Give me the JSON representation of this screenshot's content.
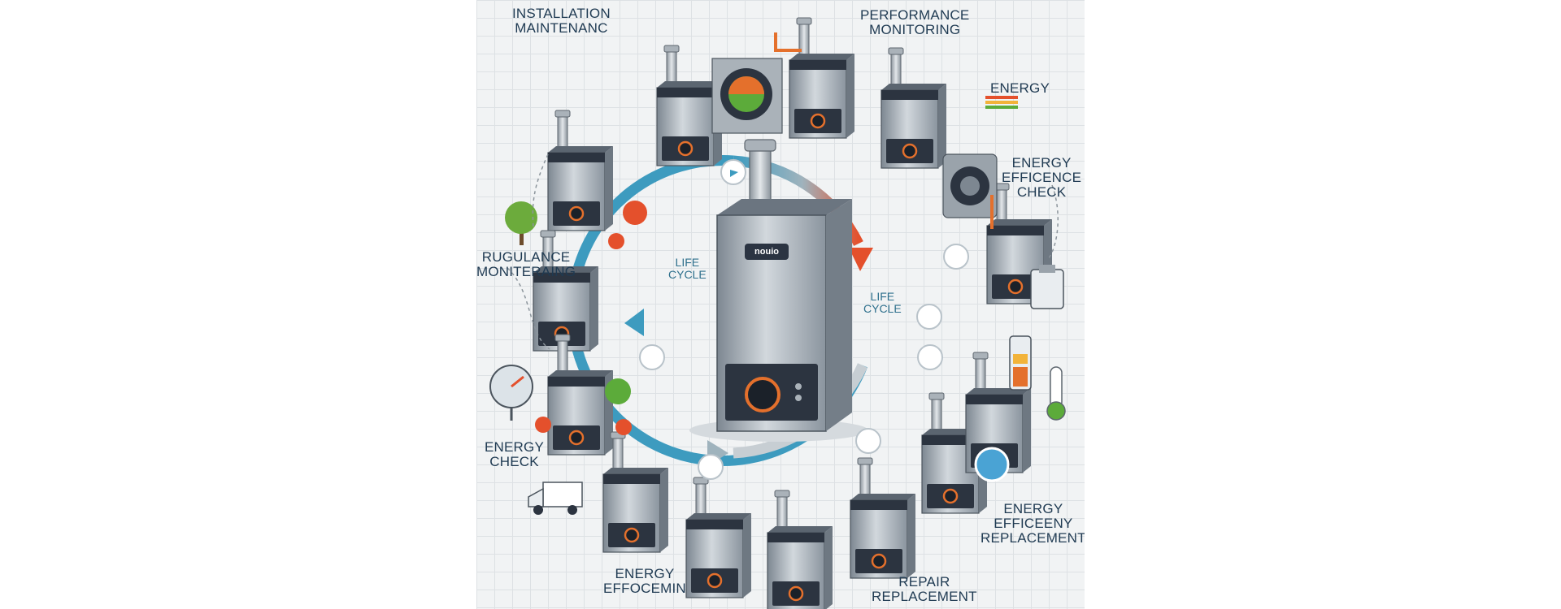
{
  "labels": {
    "installation_maintenance": [
      "INSTALLATION",
      "MAINTENANC"
    ],
    "performance_monitoring": [
      "PERFORMANCE",
      "MONITORING"
    ],
    "energy_top_right": [
      "ENERGY"
    ],
    "energy_efficiency_check": [
      "ENERGY",
      "EFFICENCE",
      "CHECK"
    ],
    "regulance_monitoring": [
      "RUGULANCE",
      "MONITERAING"
    ],
    "life_cycle_left": [
      "LIFE",
      "CYCLE"
    ],
    "life_cycle_right": [
      "LIFE",
      "CYCLE"
    ],
    "energy_check": [
      "ENERGY",
      "CHECK"
    ],
    "energy_efficiency_replacement": [
      "ENERGY",
      "EFFICEENY",
      "REPLACEMENT"
    ],
    "energy_effocemin": [
      "ENERGY",
      "EFFOCEMIN"
    ],
    "repair_replacement": [
      "REPAIR",
      "REPLACEMENT"
    ]
  },
  "brand": "nouio",
  "colors": {
    "cycle_blue": "#3d9bbf",
    "cycle_red": "#e4502c",
    "cycle_grey": "#c7ced3",
    "unit_body": "#b9c0c7",
    "unit_dark": "#2c3440",
    "accent_orange": "#e4702c",
    "accent_green": "#5cab3a"
  },
  "icons": [
    "tree-icon",
    "truck-icon",
    "gauge-icon",
    "thermometer-icon",
    "battery-icon",
    "clipboard-icon",
    "power-icon",
    "arrow-icon",
    "leaf-icon",
    "wrench-icon"
  ]
}
